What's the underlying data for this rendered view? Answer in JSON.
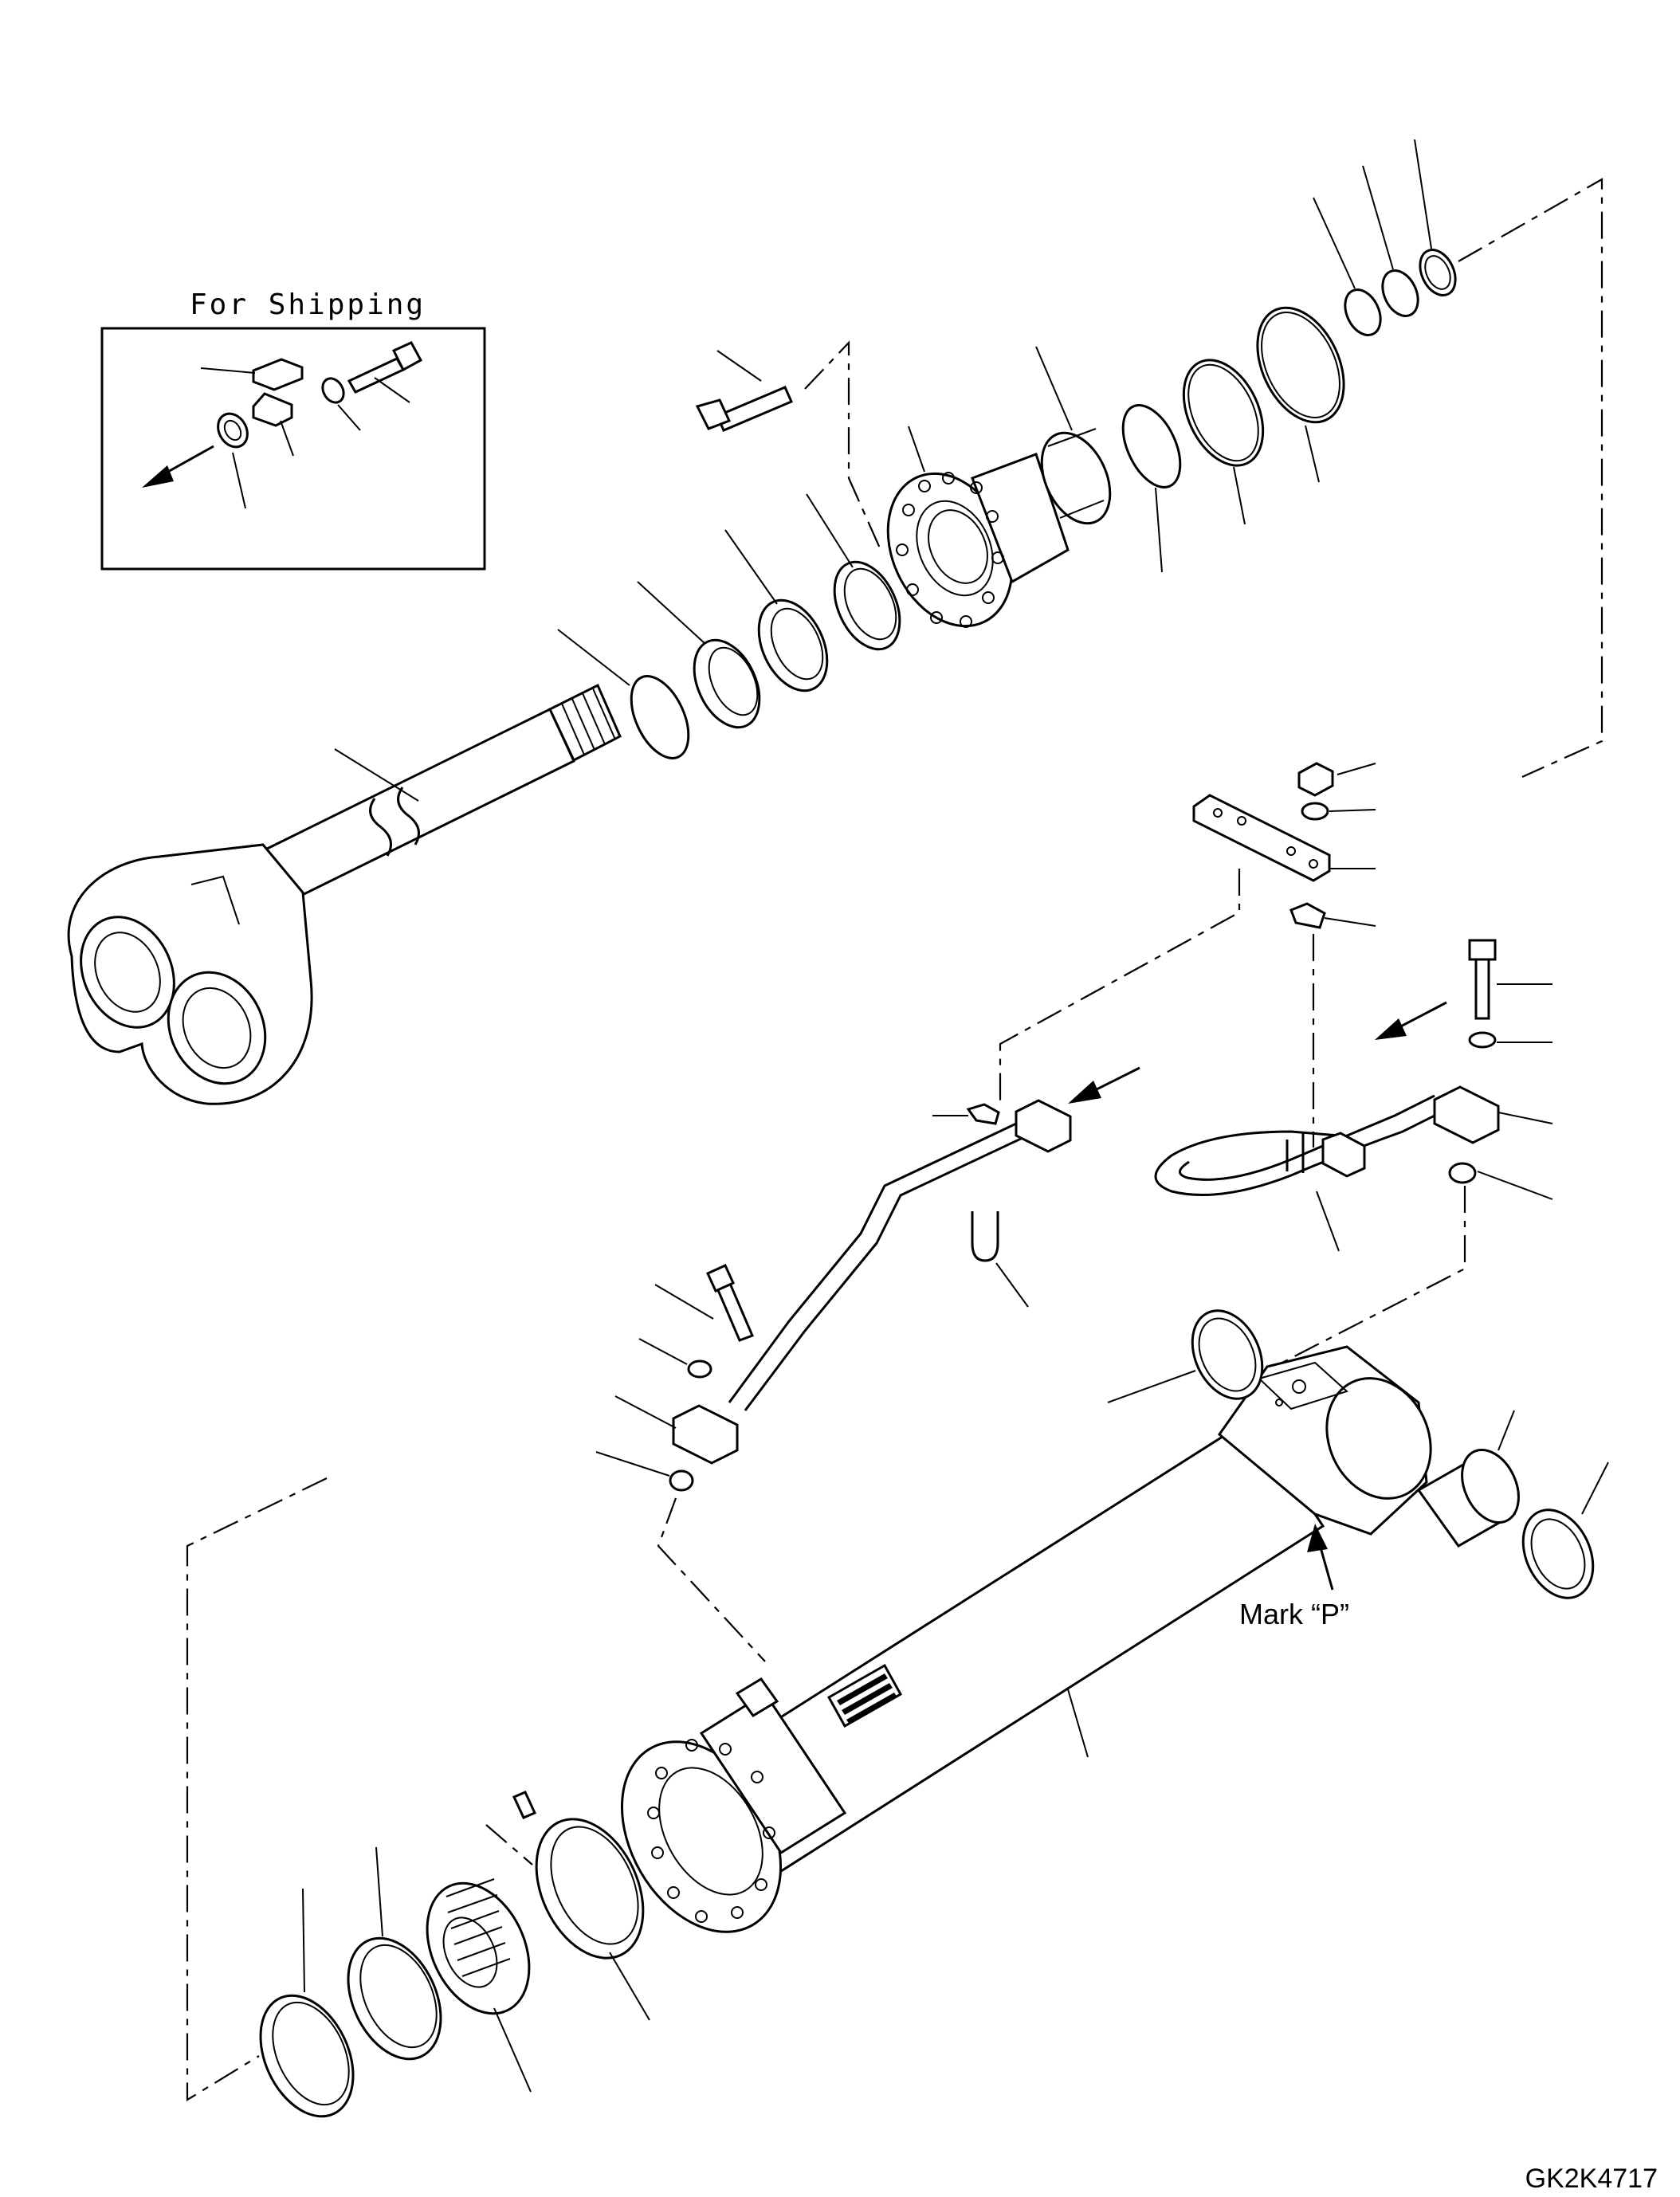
{
  "diagram": {
    "inset_title": "For Shipping",
    "mark_label": "Mark “P”",
    "drawing_code": "GK2K4717"
  },
  "icons": {
    "arrow": "arrow-icon",
    "warning_plate": "caution-label-icon"
  }
}
